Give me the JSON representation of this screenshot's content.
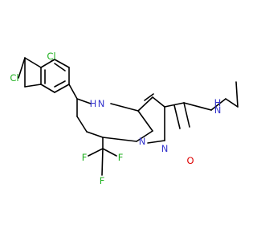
{
  "molecule": {
    "atom_labels": {
      "cl_upper": "Cl",
      "cl_lower": "Cl",
      "nh": "N",
      "nh_h": "H",
      "n_bridge": "N",
      "n_pyrazole": "N",
      "amide_n": "N",
      "amide_h": "H",
      "amide_o": "O",
      "f_left": "F",
      "f_right": "F",
      "f_bottom": "F"
    },
    "colors": {
      "bond": "#000000",
      "carbon_text": "#000000",
      "chlorine": "#1fb11f",
      "nitrogen": "#3333cc",
      "oxygen": "#dd0000",
      "fluorine": "#1fb11f"
    }
  }
}
